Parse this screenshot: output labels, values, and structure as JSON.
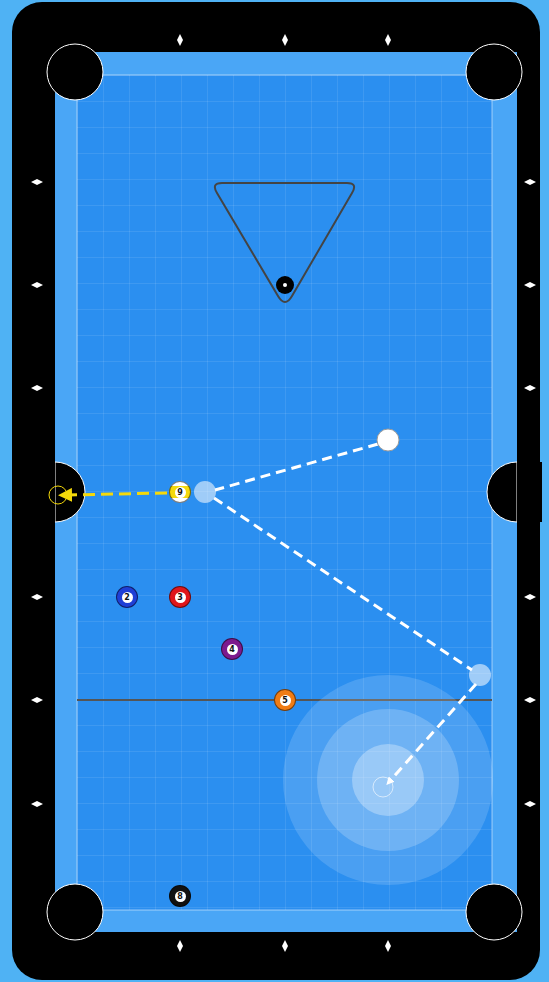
{
  "diagram": {
    "nodes": [
      {
        "text": [
          "9"
        ]
      },
      {
        "text": [
          "2"
        ]
      },
      {
        "text": [
          "3"
        ]
      },
      {
        "text": [
          "4"
        ]
      },
      {
        "text": [
          "5"
        ]
      },
      {
        "text": [
          "8"
        ]
      }
    ]
  }
}
